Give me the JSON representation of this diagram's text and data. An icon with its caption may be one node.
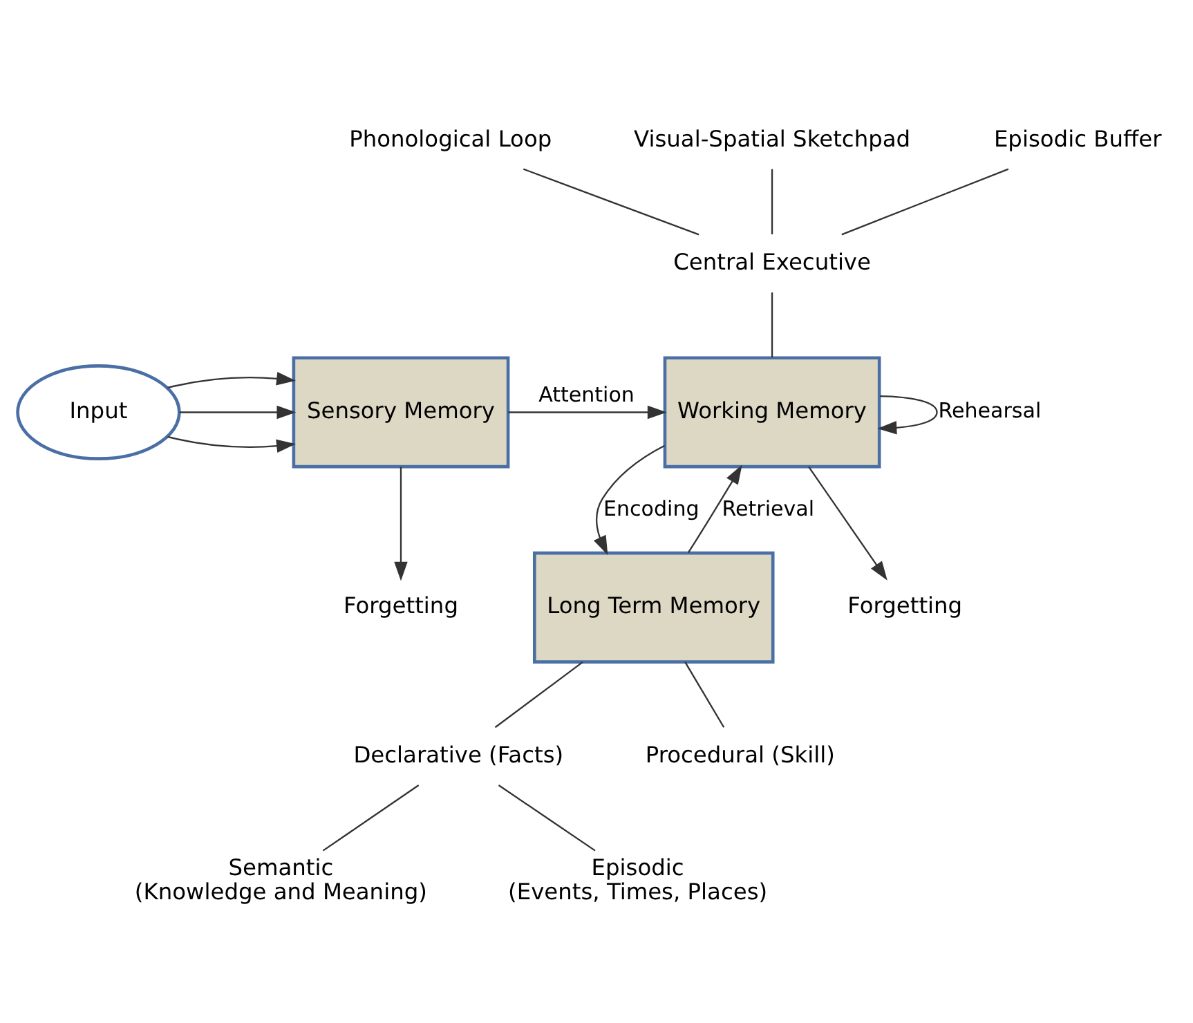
{
  "diagram": {
    "nodes": [
      {
        "text": [
          "Phonological Loop"
        ]
      },
      {
        "text": [
          "Visual-Spatial Sketchpad"
        ]
      },
      {
        "text": [
          "Episodic Buffer"
        ]
      },
      {
        "text": [
          "Central Executive"
        ]
      },
      {
        "text": [
          "Input"
        ]
      },
      {
        "text": [
          "Sensory Memory"
        ]
      },
      {
        "text": [
          "Working Memory"
        ]
      },
      {
        "text": [
          "Forgetting"
        ]
      },
      {
        "text": [
          "Forgetting"
        ]
      },
      {
        "text": [
          "Long Term Memory"
        ]
      },
      {
        "text": [
          "Declarative (Facts)"
        ]
      },
      {
        "text": [
          "Procedural (Skill)"
        ]
      },
      {
        "text": [
          "Semantic",
          "(Knowledge and Meaning)"
        ]
      },
      {
        "text": [
          "Episodic",
          "(Events, Times, Places)"
        ]
      }
    ],
    "edges": [
      {
        "from": 0,
        "to": 3,
        "arrow": "none"
      },
      {
        "from": 1,
        "to": 3,
        "arrow": "none"
      },
      {
        "from": 2,
        "to": 3,
        "arrow": "none"
      },
      {
        "from": 3,
        "to": 6,
        "arrow": "none"
      },
      {
        "from": 4,
        "to": 5,
        "arrow": "to"
      },
      {
        "from": 4,
        "to": 5,
        "arrow": "to"
      },
      {
        "from": 4,
        "to": 5,
        "arrow": "to"
      },
      {
        "from": 5,
        "to": 6,
        "label": "Attention",
        "arrow": "to"
      },
      {
        "from": 6,
        "to": 7,
        "arrow": "to"
      },
      {
        "from": 6,
        "to": 6,
        "label": "Rehearsal",
        "arrow": "to"
      },
      {
        "from": 5,
        "to": 8,
        "arrow": "to"
      },
      {
        "from": 6,
        "to": 9,
        "label": "Encoding",
        "arrow": "to"
      },
      {
        "from": 9,
        "to": 6,
        "label": "Retrieval",
        "arrow": "to"
      },
      {
        "from": 9,
        "to": 10,
        "arrow": "none"
      },
      {
        "from": 9,
        "to": 11,
        "arrow": "none"
      },
      {
        "from": 10,
        "to": 12,
        "arrow": "none"
      },
      {
        "from": 10,
        "to": 13,
        "arrow": "none"
      }
    ]
  }
}
